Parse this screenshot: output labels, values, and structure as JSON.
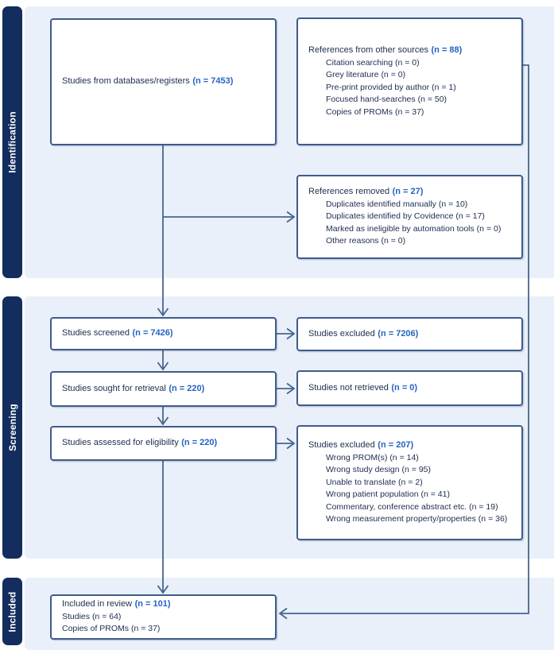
{
  "theme": {
    "navy": "#132d5e",
    "band": "#e9f0fa",
    "border": "#3e5c8b",
    "arrow": "#47658e",
    "ink": "#1d2d50",
    "count_blue": "#2563c2"
  },
  "sidebar": {
    "stages": [
      {
        "label": "Identification"
      },
      {
        "label": "Screening"
      },
      {
        "label": "Included"
      }
    ]
  },
  "boxes": {
    "databases": {
      "title": "Studies from databases/registers",
      "count": "(n = 7453)"
    },
    "other_sources": {
      "title": "References from other sources",
      "count": "(n = 88)",
      "items": [
        "Citation searching (n = 0)",
        "Grey literature (n = 0)",
        "Pre-print provided by author (n = 1)",
        "Focused hand-searches (n = 50)",
        "Copies of PROMs (n = 37)"
      ]
    },
    "references_removed": {
      "title": "References removed",
      "count": "(n = 27)",
      "items": [
        "Duplicates identified manually (n = 10)",
        "Duplicates identified by Covidence (n = 17)",
        "Marked as ineligible by automation tools (n = 0)",
        "Other reasons (n = 0)"
      ]
    },
    "screened": {
      "title": "Studies screened",
      "count": "(n = 7426)"
    },
    "excluded_screening": {
      "title": "Studies excluded",
      "count": "(n = 7206)"
    },
    "sought": {
      "title": "Studies sought for retrieval",
      "count": "(n = 220)"
    },
    "not_retrieved": {
      "title": "Studies not retrieved",
      "count": "(n = 0)"
    },
    "assessed": {
      "title": "Studies assessed for eligibility",
      "count": "(n = 220)"
    },
    "excluded_eligibility": {
      "title": "Studies excluded",
      "count": "(n = 207)",
      "items": [
        "Wrong PROM(s) (n = 14)",
        "Wrong study design (n = 95)",
        "Unable to translate (n = 2)",
        "Wrong patient population (n = 41)",
        "Commentary, conference abstract etc. (n = 19)",
        "Wrong measurement property/properties (n = 36)"
      ]
    },
    "included": {
      "title": "Included in review",
      "count": "(n = 101)",
      "items": [
        "Studies (n = 64)",
        "Copies of PROMs (n = 37)"
      ]
    }
  }
}
